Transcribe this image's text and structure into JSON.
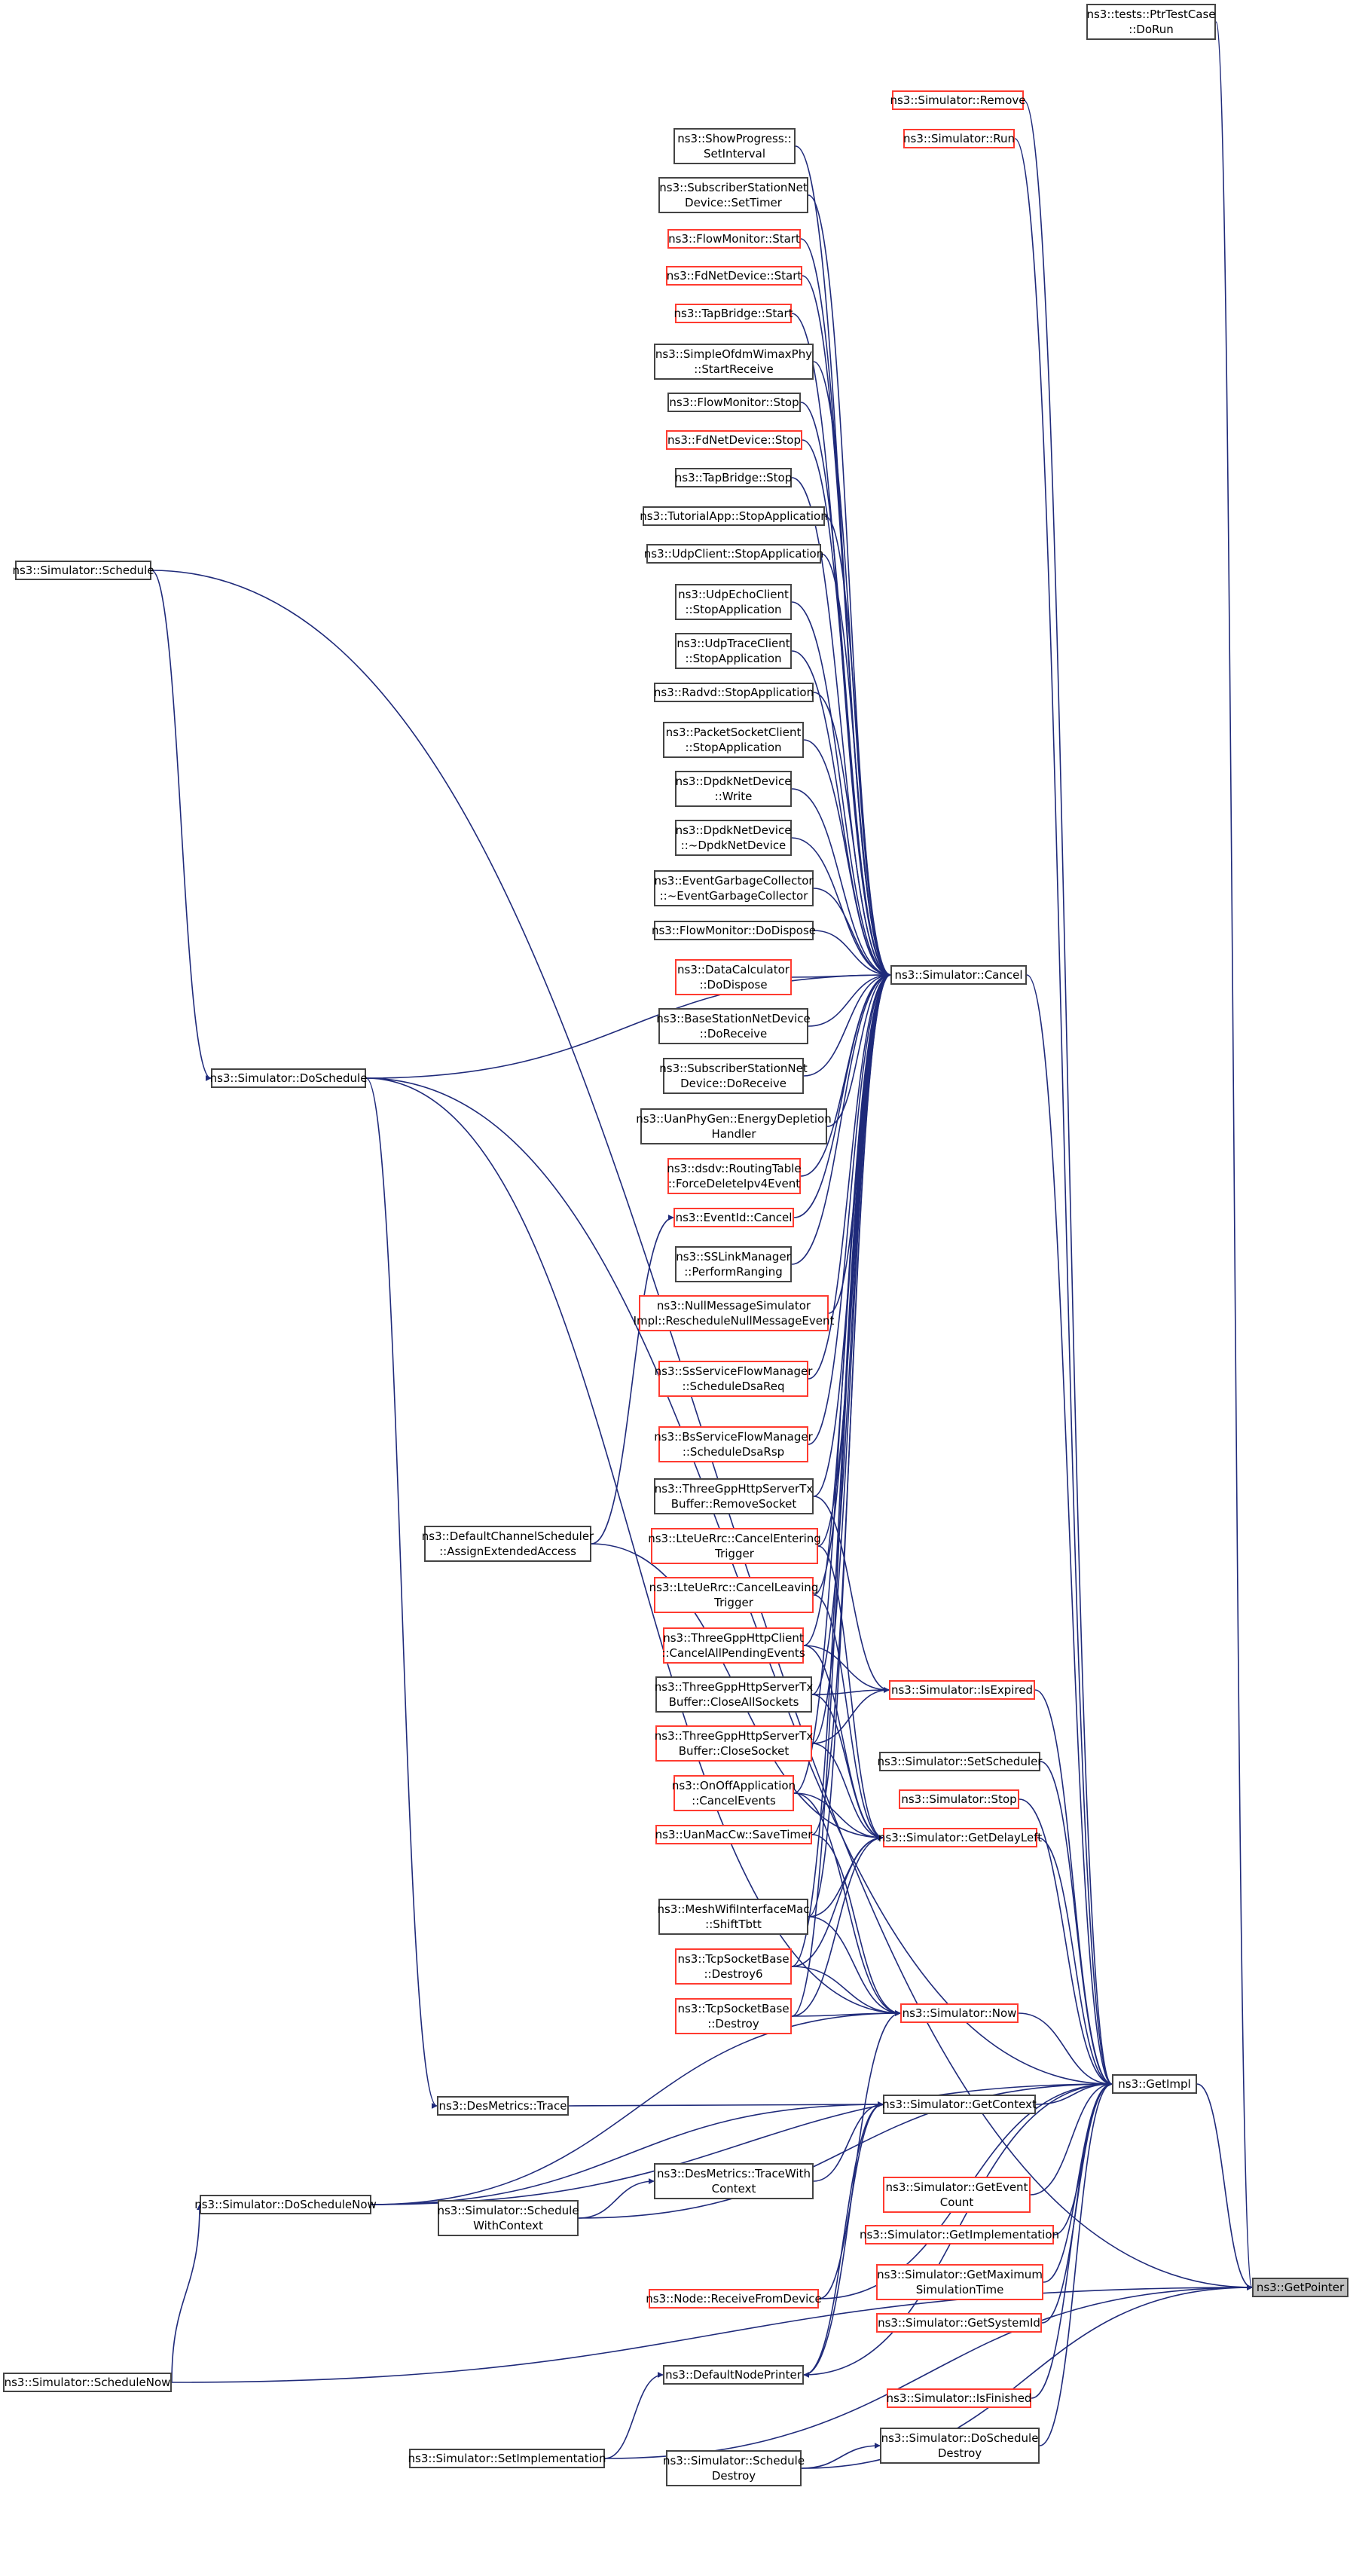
{
  "graph": {
    "edge_color": "#1f2a7a",
    "colors": {
      "normal_border": "#444444",
      "red_border": "#ff3b30",
      "focus_fill": "#bfbfbf"
    },
    "nodes": [
      {
        "id": "getpointer",
        "lines": [
          "ns3::GetPointer"
        ],
        "style": "focus"
      },
      {
        "id": "ptrtestcase",
        "lines": [
          "ns3::tests::PtrTestCase",
          "::DoRun"
        ],
        "style": "normal"
      },
      {
        "id": "schedule",
        "lines": [
          "ns3::Simulator::Schedule"
        ],
        "style": "normal"
      },
      {
        "id": "doschedule",
        "lines": [
          "ns3::Simulator::DoSchedule"
        ],
        "style": "normal"
      },
      {
        "id": "assignext",
        "lines": [
          "ns3::DefaultChannelScheduler",
          "::AssignExtendedAccess"
        ],
        "style": "normal"
      },
      {
        "id": "desmetrics_trace",
        "lines": [
          "ns3::DesMetrics::Trace"
        ],
        "style": "normal"
      },
      {
        "id": "doschedulenow",
        "lines": [
          "ns3::Simulator::DoScheduleNow"
        ],
        "style": "normal"
      },
      {
        "id": "schedulewithctx",
        "lines": [
          "ns3::Simulator::Schedule",
          "WithContext"
        ],
        "style": "normal"
      },
      {
        "id": "schedulenow",
        "lines": [
          "ns3::Simulator::ScheduleNow"
        ],
        "style": "normal"
      },
      {
        "id": "setimpl",
        "lines": [
          "ns3::Simulator::SetImplementation"
        ],
        "style": "normal"
      },
      {
        "id": "remove",
        "lines": [
          "ns3::Simulator::Remove"
        ],
        "style": "red"
      },
      {
        "id": "run",
        "lines": [
          "ns3::Simulator::Run"
        ],
        "style": "red"
      },
      {
        "id": "showprogress",
        "lines": [
          "ns3::ShowProgress::",
          "SetInterval"
        ],
        "style": "normal"
      },
      {
        "id": "ssnd_settimer",
        "lines": [
          "ns3::SubscriberStationNet",
          "Device::SetTimer"
        ],
        "style": "normal"
      },
      {
        "id": "fm_start",
        "lines": [
          "ns3::FlowMonitor::Start"
        ],
        "style": "red"
      },
      {
        "id": "fd_start",
        "lines": [
          "ns3::FdNetDevice::Start"
        ],
        "style": "red"
      },
      {
        "id": "tap_start",
        "lines": [
          "ns3::TapBridge::Start"
        ],
        "style": "red"
      },
      {
        "id": "simpleofdm",
        "lines": [
          "ns3::SimpleOfdmWimaxPhy",
          "::StartReceive"
        ],
        "style": "normal"
      },
      {
        "id": "fm_stop",
        "lines": [
          "ns3::FlowMonitor::Stop"
        ],
        "style": "normal"
      },
      {
        "id": "fd_stop",
        "lines": [
          "ns3::FdNetDevice::Stop"
        ],
        "style": "red"
      },
      {
        "id": "tap_stop",
        "lines": [
          "ns3::TapBridge::Stop"
        ],
        "style": "normal"
      },
      {
        "id": "tutorial",
        "lines": [
          "ns3::TutorialApp::StopApplication"
        ],
        "style": "normal"
      },
      {
        "id": "udpclient",
        "lines": [
          "ns3::UdpClient::StopApplication"
        ],
        "style": "normal"
      },
      {
        "id": "udpecho",
        "lines": [
          "ns3::UdpEchoClient",
          "::StopApplication"
        ],
        "style": "normal"
      },
      {
        "id": "udptrace",
        "lines": [
          "ns3::UdpTraceClient",
          "::StopApplication"
        ],
        "style": "normal"
      },
      {
        "id": "radvd",
        "lines": [
          "ns3::Radvd::StopApplication"
        ],
        "style": "normal"
      },
      {
        "id": "packetsocket",
        "lines": [
          "ns3::PacketSocketClient",
          "::StopApplication"
        ],
        "style": "normal"
      },
      {
        "id": "dpdk_write",
        "lines": [
          "ns3::DpdkNetDevice",
          "::Write"
        ],
        "style": "normal"
      },
      {
        "id": "dpdk_dtor",
        "lines": [
          "ns3::DpdkNetDevice",
          "::~DpdkNetDevice"
        ],
        "style": "normal"
      },
      {
        "id": "egc",
        "lines": [
          "ns3::EventGarbageCollector",
          "::~EventGarbageCollector"
        ],
        "style": "normal"
      },
      {
        "id": "fm_dispose",
        "lines": [
          "ns3::FlowMonitor::DoDispose"
        ],
        "style": "normal"
      },
      {
        "id": "datacalc",
        "lines": [
          "ns3::DataCalculator",
          "::DoDispose"
        ],
        "style": "red"
      },
      {
        "id": "bsnd_recv",
        "lines": [
          "ns3::BaseStationNetDevice",
          "::DoReceive"
        ],
        "style": "normal"
      },
      {
        "id": "ssnd_recv",
        "lines": [
          "ns3::SubscriberStationNet",
          "Device::DoReceive"
        ],
        "style": "normal"
      },
      {
        "id": "uanphygen",
        "lines": [
          "ns3::UanPhyGen::EnergyDepletion",
          "Handler"
        ],
        "style": "normal"
      },
      {
        "id": "dsdv",
        "lines": [
          "ns3::dsdv::RoutingTable",
          "::ForceDeleteIpv4Event"
        ],
        "style": "red"
      },
      {
        "id": "eventid_cancel",
        "lines": [
          "ns3::EventId::Cancel"
        ],
        "style": "red"
      },
      {
        "id": "sslink",
        "lines": [
          "ns3::SSLinkManager",
          "::PerformRanging"
        ],
        "style": "normal"
      },
      {
        "id": "nullmsg",
        "lines": [
          "ns3::NullMessageSimulator",
          "Impl::RescheduleNullMessageEvent"
        ],
        "style": "red"
      },
      {
        "id": "ssflow",
        "lines": [
          "ns3::SsServiceFlowManager",
          "::ScheduleDsaReq"
        ],
        "style": "red"
      },
      {
        "id": "bsflow",
        "lines": [
          "ns3::BsServiceFlowManager",
          "::ScheduleDsaRsp"
        ],
        "style": "red"
      },
      {
        "id": "tgpp_remove",
        "lines": [
          "ns3::ThreeGppHttpServerTx",
          "Buffer::RemoveSocket"
        ],
        "style": "normal"
      },
      {
        "id": "lte_enter",
        "lines": [
          "ns3::LteUeRrc::CancelEntering",
          "Trigger"
        ],
        "style": "red"
      },
      {
        "id": "lte_leave",
        "lines": [
          "ns3::LteUeRrc::CancelLeaving",
          "Trigger"
        ],
        "style": "red"
      },
      {
        "id": "tgpp_cancelall",
        "lines": [
          "ns3::ThreeGppHttpClient",
          "::CancelAllPendingEvents"
        ],
        "style": "red"
      },
      {
        "id": "tgpp_closeall",
        "lines": [
          "ns3::ThreeGppHttpServerTx",
          "Buffer::CloseAllSockets"
        ],
        "style": "normal"
      },
      {
        "id": "tgpp_close",
        "lines": [
          "ns3::ThreeGppHttpServerTx",
          "Buffer::CloseSocket"
        ],
        "style": "red"
      },
      {
        "id": "onoff",
        "lines": [
          "ns3::OnOffApplication",
          "::CancelEvents"
        ],
        "style": "red"
      },
      {
        "id": "uanmac",
        "lines": [
          "ns3::UanMacCw::SaveTimer"
        ],
        "style": "red"
      },
      {
        "id": "meshwifi",
        "lines": [
          "ns3::MeshWifiInterfaceMac",
          "::ShiftTbtt"
        ],
        "style": "normal"
      },
      {
        "id": "tcp_destroy6",
        "lines": [
          "ns3::TcpSocketBase",
          "::Destroy6"
        ],
        "style": "red"
      },
      {
        "id": "tcp_destroy",
        "lines": [
          "ns3::TcpSocketBase",
          "::Destroy"
        ],
        "style": "red"
      },
      {
        "id": "desmetrics_tracewith",
        "lines": [
          "ns3::DesMetrics::TraceWith",
          "Context"
        ],
        "style": "normal"
      },
      {
        "id": "node_recv",
        "lines": [
          "ns3::Node::ReceiveFromDevice"
        ],
        "style": "red"
      },
      {
        "id": "defnodeprinter",
        "lines": [
          "ns3::DefaultNodePrinter"
        ],
        "style": "normal"
      },
      {
        "id": "scheduledestroy",
        "lines": [
          "ns3::Simulator::Schedule",
          "Destroy"
        ],
        "style": "normal"
      },
      {
        "id": "cancel",
        "lines": [
          "ns3::Simulator::Cancel"
        ],
        "style": "normal"
      },
      {
        "id": "isexpired",
        "lines": [
          "ns3::Simulator::IsExpired"
        ],
        "style": "red"
      },
      {
        "id": "setscheduler",
        "lines": [
          "ns3::Simulator::SetScheduler"
        ],
        "style": "normal"
      },
      {
        "id": "stop",
        "lines": [
          "ns3::Simulator::Stop"
        ],
        "style": "red"
      },
      {
        "id": "getdelayleft",
        "lines": [
          "ns3::Simulator::GetDelayLeft"
        ],
        "style": "red"
      },
      {
        "id": "now",
        "lines": [
          "ns3::Simulator::Now"
        ],
        "style": "red"
      },
      {
        "id": "getcontext",
        "lines": [
          "ns3::Simulator::GetContext"
        ],
        "style": "normal"
      },
      {
        "id": "geteventcount",
        "lines": [
          "ns3::Simulator::GetEvent",
          "Count"
        ],
        "style": "red"
      },
      {
        "id": "getimplementation",
        "lines": [
          "ns3::Simulator::GetImplementation"
        ],
        "style": "red"
      },
      {
        "id": "getmaxsim",
        "lines": [
          "ns3::Simulator::GetMaximum",
          "SimulationTime"
        ],
        "style": "red"
      },
      {
        "id": "getsystemid",
        "lines": [
          "ns3::Simulator::GetSystemId"
        ],
        "style": "red"
      },
      {
        "id": "isfinished",
        "lines": [
          "ns3::Simulator::IsFinished"
        ],
        "style": "red"
      },
      {
        "id": "doscheduledestroy",
        "lines": [
          "ns3::Simulator::DoSchedule",
          "Destroy"
        ],
        "style": "normal"
      },
      {
        "id": "getimpl",
        "lines": [
          "ns3::GetImpl"
        ],
        "style": "normal"
      }
    ],
    "edges": [
      [
        "ptrtestcase",
        "getpointer"
      ],
      [
        "getimpl",
        "getpointer"
      ],
      [
        "schedule",
        "getpointer"
      ],
      [
        "schedulenow",
        "getpointer"
      ],
      [
        "setimpl",
        "getpointer"
      ],
      [
        "scheduledestroy",
        "getpointer"
      ],
      [
        "schedule",
        "doschedule"
      ],
      [
        "schedulenow",
        "doschedulenow"
      ],
      [
        "doschedule",
        "desmetrics_trace"
      ],
      [
        "doschedule",
        "getimpl"
      ],
      [
        "doschedulenow",
        "getimpl"
      ],
      [
        "doschedulenow",
        "getcontext"
      ],
      [
        "schedulewithctx",
        "desmetrics_tracewith"
      ],
      [
        "schedulewithctx",
        "getimpl"
      ],
      [
        "desmetrics_trace",
        "getcontext"
      ],
      [
        "desmetrics_tracewith",
        "getcontext"
      ],
      [
        "setimpl",
        "defnodeprinter"
      ],
      [
        "defnodeprinter",
        "getcontext"
      ],
      [
        "defnodeprinter",
        "now"
      ],
      [
        "scheduledestroy",
        "doscheduledestroy"
      ],
      [
        "doscheduledestroy",
        "getimpl"
      ],
      [
        "getimpl",
        "defnodeprinter"
      ],
      [
        "assignext",
        "getdelayleft"
      ],
      [
        "assignext",
        "eventid_cancel"
      ],
      [
        "eventid_cancel",
        "cancel"
      ],
      [
        "remove",
        "getimpl"
      ],
      [
        "run",
        "getimpl"
      ],
      [
        "showprogress",
        "cancel"
      ],
      [
        "ssnd_settimer",
        "cancel"
      ],
      [
        "fm_start",
        "cancel"
      ],
      [
        "fd_start",
        "cancel"
      ],
      [
        "tap_start",
        "cancel"
      ],
      [
        "simpleofdm",
        "cancel"
      ],
      [
        "fm_stop",
        "cancel"
      ],
      [
        "fd_stop",
        "cancel"
      ],
      [
        "tap_stop",
        "cancel"
      ],
      [
        "tutorial",
        "cancel"
      ],
      [
        "udpclient",
        "cancel"
      ],
      [
        "udpecho",
        "cancel"
      ],
      [
        "udptrace",
        "cancel"
      ],
      [
        "radvd",
        "cancel"
      ],
      [
        "packetsocket",
        "cancel"
      ],
      [
        "dpdk_write",
        "cancel"
      ],
      [
        "dpdk_dtor",
        "cancel"
      ],
      [
        "egc",
        "cancel"
      ],
      [
        "fm_dispose",
        "cancel"
      ],
      [
        "datacalc",
        "cancel"
      ],
      [
        "bsnd_recv",
        "cancel"
      ],
      [
        "ssnd_recv",
        "cancel"
      ],
      [
        "uanphygen",
        "cancel"
      ],
      [
        "dsdv",
        "cancel"
      ],
      [
        "sslink",
        "cancel"
      ],
      [
        "nullmsg",
        "cancel"
      ],
      [
        "ssflow",
        "cancel"
      ],
      [
        "bsflow",
        "cancel"
      ],
      [
        "tgpp_remove",
        "cancel"
      ],
      [
        "lte_enter",
        "cancel"
      ],
      [
        "lte_leave",
        "cancel"
      ],
      [
        "tgpp_cancelall",
        "cancel"
      ],
      [
        "tgpp_closeall",
        "cancel"
      ],
      [
        "tgpp_close",
        "cancel"
      ],
      [
        "onoff",
        "cancel"
      ],
      [
        "uanmac",
        "cancel"
      ],
      [
        "meshwifi",
        "cancel"
      ],
      [
        "tcp_destroy6",
        "cancel"
      ],
      [
        "tcp_destroy",
        "cancel"
      ],
      [
        "cancel",
        "getimpl"
      ],
      [
        "tgpp_remove",
        "isexpired"
      ],
      [
        "tgpp_cancelall",
        "isexpired"
      ],
      [
        "tgpp_closeall",
        "isexpired"
      ],
      [
        "tgpp_close",
        "isexpired"
      ],
      [
        "isexpired",
        "getimpl"
      ],
      [
        "setscheduler",
        "getimpl"
      ],
      [
        "stop",
        "getimpl"
      ],
      [
        "lte_enter",
        "getdelayleft"
      ],
      [
        "lte_leave",
        "getdelayleft"
      ],
      [
        "tgpp_cancelall",
        "getdelayleft"
      ],
      [
        "tgpp_closeall",
        "getdelayleft"
      ],
      [
        "tgpp_close",
        "getdelayleft"
      ],
      [
        "onoff",
        "getdelayleft"
      ],
      [
        "meshwifi",
        "getdelayleft"
      ],
      [
        "tcp_destroy6",
        "getdelayleft"
      ],
      [
        "tcp_destroy",
        "getdelayleft"
      ],
      [
        "getdelayleft",
        "getimpl"
      ],
      [
        "onoff",
        "now"
      ],
      [
        "uanmac",
        "now"
      ],
      [
        "meshwifi",
        "now"
      ],
      [
        "tcp_destroy6",
        "now"
      ],
      [
        "tcp_destroy",
        "now"
      ],
      [
        "doschedule",
        "now"
      ],
      [
        "now",
        "getimpl"
      ],
      [
        "getcontext",
        "getimpl"
      ],
      [
        "node_recv",
        "getcontext"
      ],
      [
        "node_recv",
        "getimpl"
      ],
      [
        "geteventcount",
        "getimpl"
      ],
      [
        "getimplementation",
        "getimpl"
      ],
      [
        "getmaxsim",
        "getimpl"
      ],
      [
        "getsystemid",
        "getimpl"
      ],
      [
        "isfinished",
        "getimpl"
      ],
      [
        "doschedule",
        "cancel"
      ],
      [
        "doschedulenow",
        "now"
      ]
    ]
  }
}
